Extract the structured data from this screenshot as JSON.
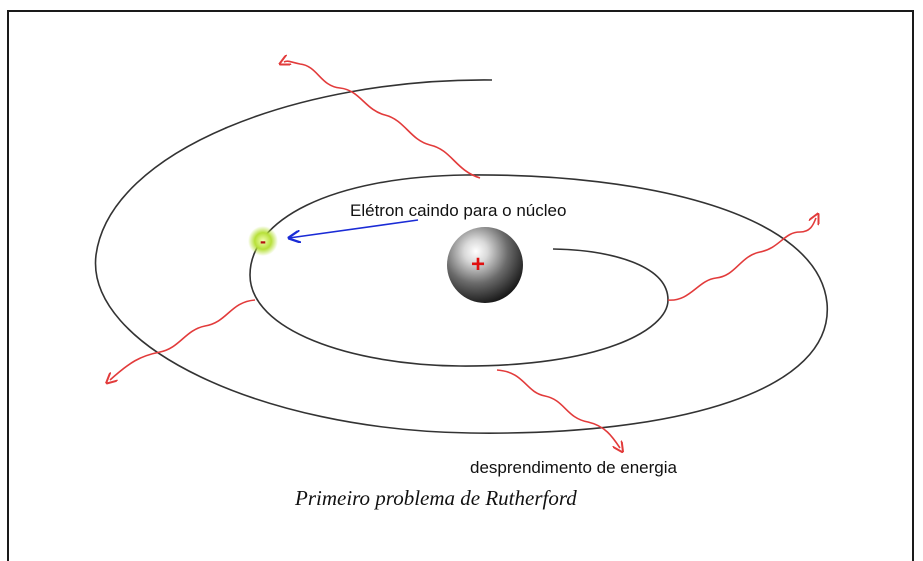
{
  "diagram": {
    "electron_label": "Elétron caindo para o núcleo",
    "energy_label": "desprendimento de energia",
    "caption": "Primeiro problema de  Rutherford",
    "nucleus_symbol": "+",
    "electron_symbol": "-",
    "colors": {
      "orbit": "#333333",
      "radiation_wave": "#e23b3b",
      "fall_arrow": "#1a2bd6",
      "nucleus_sign": "#e01010",
      "electron_glow": "#9bd11f",
      "frame": "#1a1a1a"
    }
  }
}
